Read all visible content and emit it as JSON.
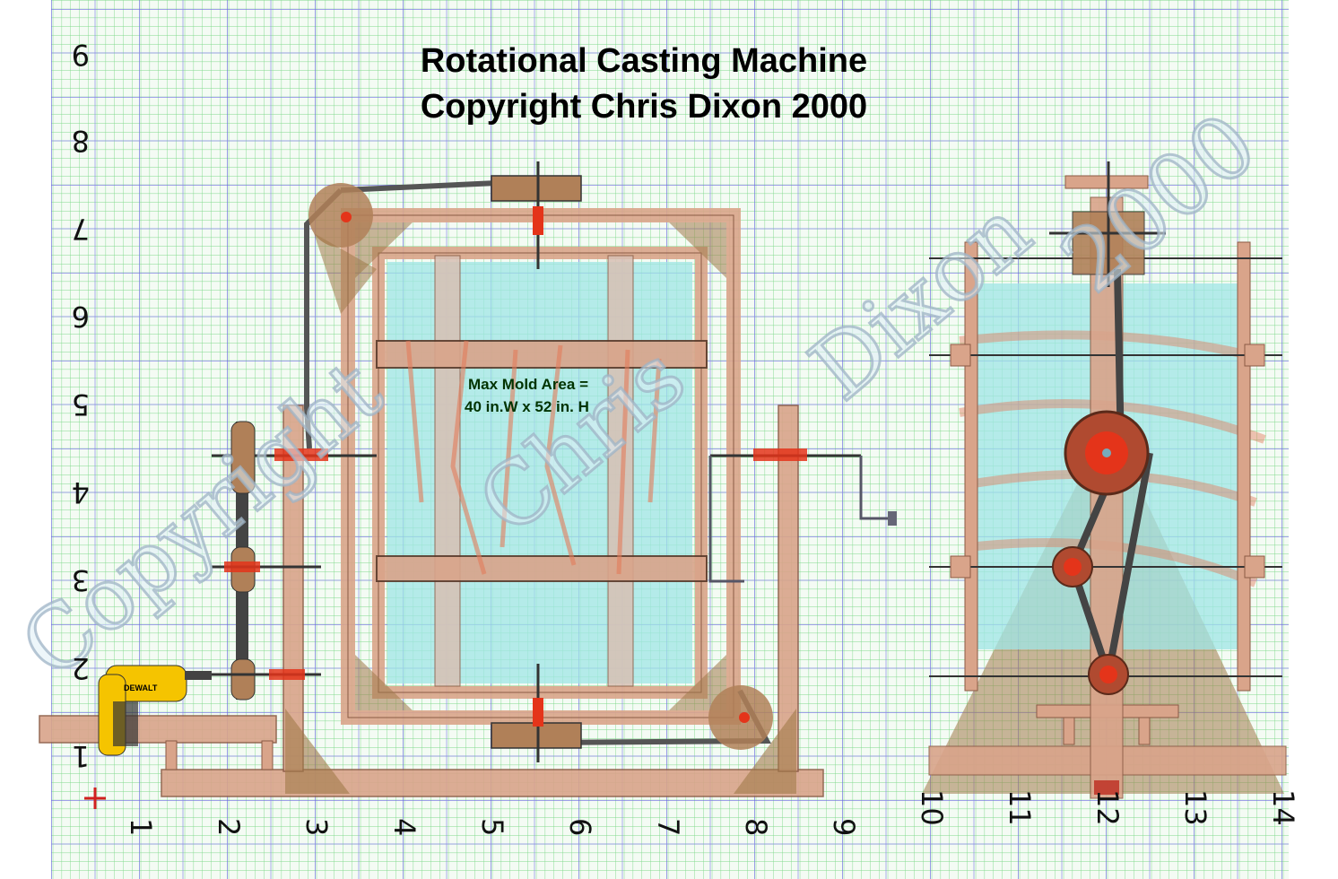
{
  "title": {
    "line1": "Rotational Casting Machine",
    "line2": "Copyright Chris Dixon 2000"
  },
  "mold_area": {
    "line1": "Max Mold Area =",
    "line2": "40 in.W x 52 in. H"
  },
  "watermark": {
    "part1": "Copyright",
    "part2": "Chris",
    "part3": "Dixon",
    "part4": "2000"
  },
  "drill_label": "DEWALT",
  "bottom_axis": [
    "1",
    "2",
    "3",
    "4",
    "5",
    "6",
    "7",
    "8",
    "9",
    "10",
    "11",
    "12",
    "13",
    "14"
  ],
  "left_axis": [
    "1",
    "2",
    "3",
    "4",
    "5",
    "6",
    "7",
    "8",
    "9"
  ],
  "colors": {
    "grid_minor": "#7fd88a",
    "grid_major": "#6a6ae0",
    "wood": "#d9a48a",
    "frame_shadow": "#a07a4a",
    "mold_fill": "#9fe6e6",
    "red_part": "#e4341a",
    "drill": "#f5c400"
  }
}
